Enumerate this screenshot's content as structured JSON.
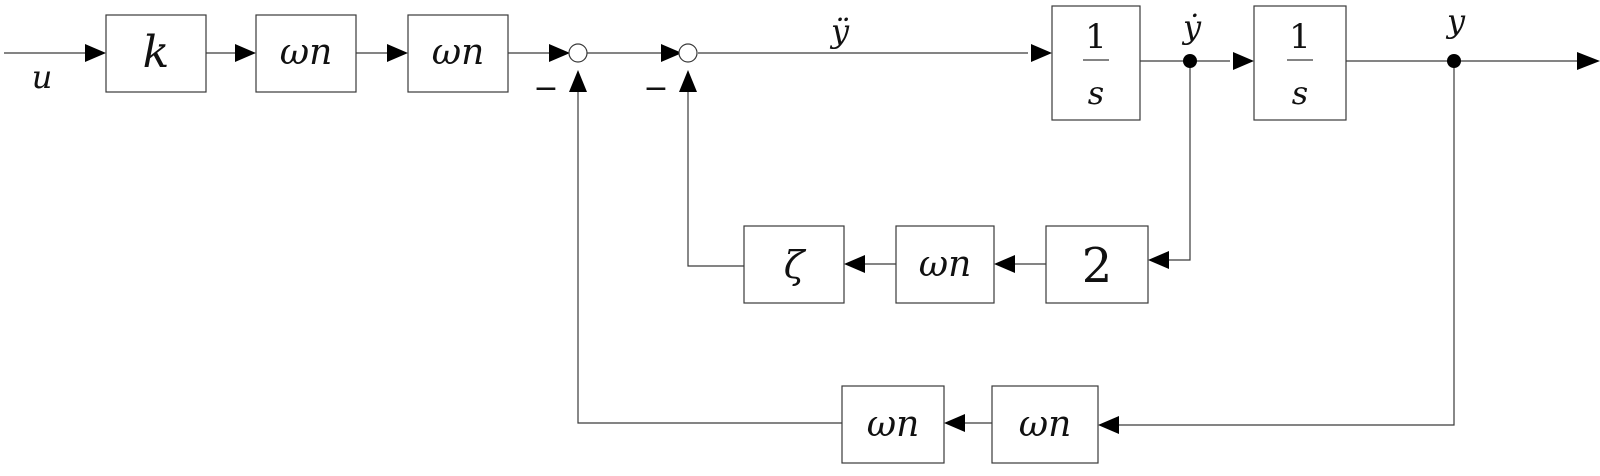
{
  "signals": {
    "input": "u",
    "y_ddot": "ÿ",
    "y_dot": "ẏ",
    "output": "y"
  },
  "blocks": {
    "k": "k",
    "omega_1": "ωn",
    "omega_2": "ωn",
    "int_1_num": "1",
    "int_1_den": "s",
    "int_2_num": "1",
    "int_2_den": "s",
    "zeta": "ζ",
    "omega_inner": "ωn",
    "two": "2",
    "omega_fb_left": "ωn",
    "omega_fb_right": "ωn"
  },
  "signs": {
    "sum1_minus": "−",
    "sum2_minus": "−"
  }
}
